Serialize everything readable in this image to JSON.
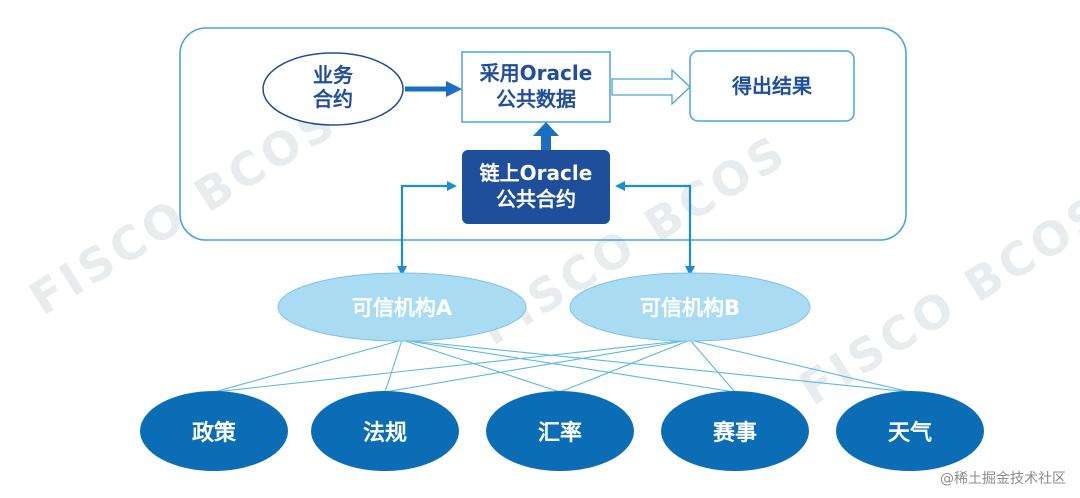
{
  "diagram": {
    "business_contract": "业务\n合约",
    "oracle_public_data": "采用Oracle\n公共数据",
    "result": "得出结果",
    "onchain_oracle_contract": "链上Oracle\n公共合约",
    "trusted_a": "可信机构A",
    "trusted_b": "可信机构B",
    "sources": [
      "政策",
      "法规",
      "汇率",
      "赛事",
      "天气"
    ]
  },
  "watermark": {
    "brand": "FISCO BCOS",
    "footer": "@稀土掘金技术社区"
  },
  "colors": {
    "frame": "#4aa3dc",
    "arrow": "#1a8fd1",
    "dark_box": "#1f4e9a",
    "light_ellipse": "#a9dcf3",
    "source_ellipse": "#0b6db5",
    "lines": "#5cb8e0"
  }
}
